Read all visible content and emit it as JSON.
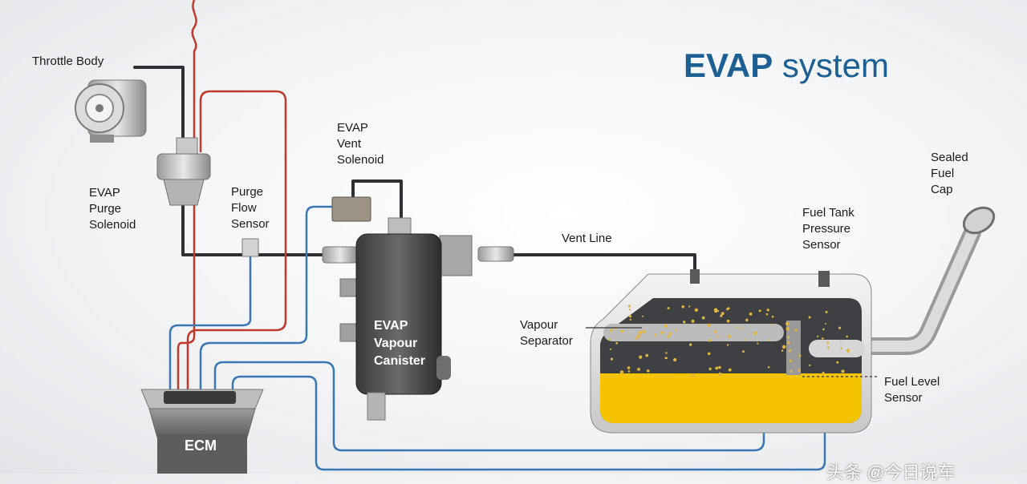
{
  "title": {
    "bold": "EVAP",
    "rest": " system"
  },
  "labels": {
    "throttle_body": "Throttle Body",
    "purge_solenoid": "EVAP\nPurge\nSolenoid",
    "purge_flow_sensor": "Purge\nFlow\nSensor",
    "vent_solenoid": "EVAP\nVent\nSolenoid",
    "canister": "EVAP\nVapour\nCanister",
    "vent_line": "Vent Line",
    "vapour_separator": "Vapour\nSeparator",
    "tank_pressure_sensor": "Fuel Tank\nPressure\nSensor",
    "fuel_cap": "Sealed\nFuel\nCap",
    "fuel_level_sensor": "Fuel Level\nSensor",
    "ecm": "ECM"
  },
  "watermark": "头条 @今日说车",
  "colors": {
    "title": "#1c5f93",
    "vapour_line": "#2d2f33",
    "power_wire": "#c0392b",
    "signal_wire": "#3a78b5",
    "fuel": "#f5c400"
  }
}
